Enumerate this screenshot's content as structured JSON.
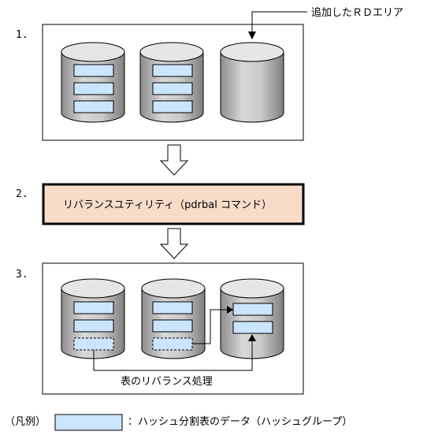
{
  "steps": [
    "1.",
    "2.",
    "3."
  ],
  "new_rd_area_label": "追加したＲＤエリア",
  "utility_label": "リバランスユティリティ（pdrbal コマンド）",
  "rebalance_label": "表のリバランス処理",
  "legend": {
    "prefix": "（凡例）",
    "description": "：ハッシュ分割表のデータ（ハッシュグループ）"
  },
  "colors": {
    "cylinder_top": "#e6e6e6",
    "cylinder_body": "#b4b4b4",
    "hash_data": "#cce5ff",
    "utility_box": "#f8dcc8",
    "arrow_fill": "#ffffff",
    "stroke": "#000000"
  }
}
